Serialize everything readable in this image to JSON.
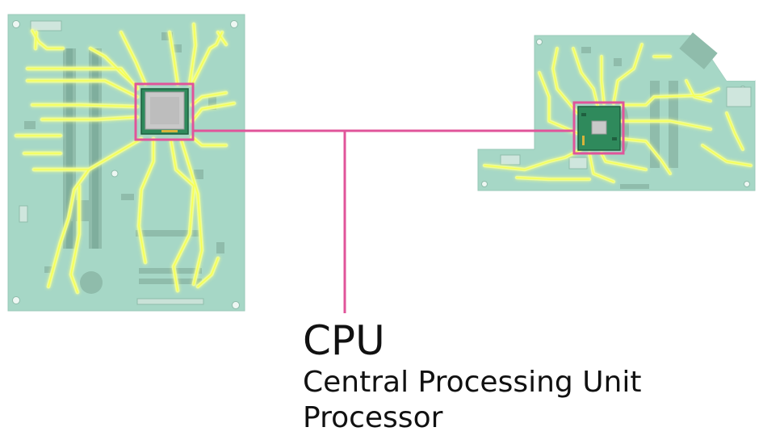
{
  "label": {
    "title": "CPU",
    "subtitle": "Central Processing Unit",
    "alias": "Processor"
  },
  "colors": {
    "board": "#a6d7c6",
    "board_edge": "#9ac8b8",
    "board_detail": "#8fbcab",
    "trace_glow": "#f3ff9a",
    "trace_core": "#f7ff52",
    "highlight": "#e0549a",
    "chip_green": "#2f8a5c",
    "chip_silver": "#c9c9c9",
    "text": "#111111"
  },
  "icons": {
    "desktop_board": "desktop-motherboard-icon",
    "laptop_board": "laptop-motherboard-icon",
    "desktop_cpu": "cpu-chip-icon",
    "laptop_cpu": "cpu-chip-icon"
  }
}
